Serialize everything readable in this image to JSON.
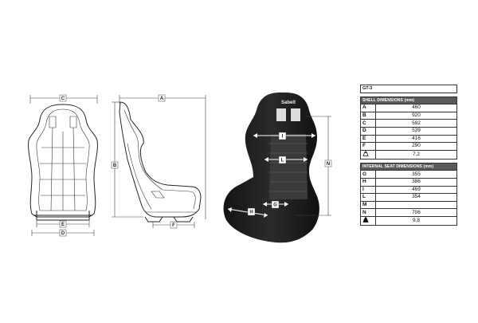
{
  "diagram": {
    "labels": {
      "front_width": "C",
      "front_base_e": "E",
      "front_base_d": "D",
      "side_depth": "A",
      "side_height": "B",
      "side_base": "F",
      "photo_i": "I",
      "photo_l": "L",
      "photo_h": "H",
      "photo_g": "G",
      "photo_n": "N"
    },
    "brand": "Sabelt"
  },
  "table": {
    "model": "GT-3",
    "shell_header": "SHELL DIMENSIONS (mm)",
    "shell_rows": [
      {
        "key": "A",
        "value": "460"
      },
      {
        "key": "B",
        "value": "920"
      },
      {
        "key": "C",
        "value": "592"
      },
      {
        "key": "D",
        "value": "539"
      },
      {
        "key": "E",
        "value": "416"
      },
      {
        "key": "F",
        "value": "290"
      },
      {
        "key": "weight-icon",
        "value": "7,2"
      }
    ],
    "internal_header": "INTERNAL SEAT DIMENSIONS (mm)",
    "internal_rows": [
      {
        "key": "G",
        "value": "355"
      },
      {
        "key": "H",
        "value": "386"
      },
      {
        "key": "I",
        "value": "469"
      },
      {
        "key": "L",
        "value": "354"
      },
      {
        "key": "M",
        "value": ""
      },
      {
        "key": "N",
        "value": "706"
      },
      {
        "key": "weight-icon",
        "value": "9,8"
      }
    ]
  }
}
